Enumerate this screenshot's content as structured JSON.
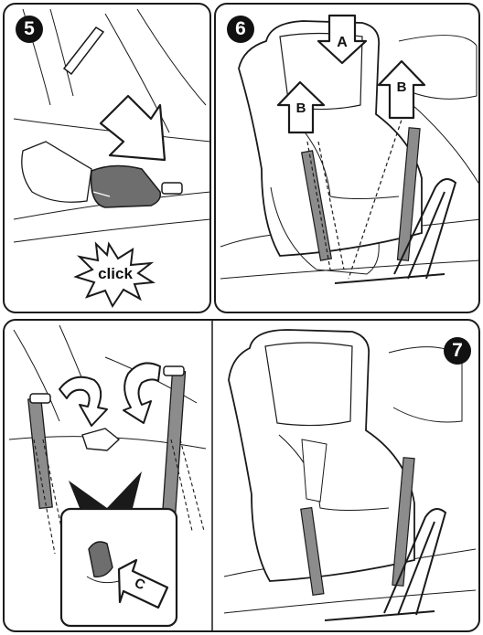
{
  "steps": {
    "step5": {
      "number": "5",
      "sound": "click"
    },
    "step6": {
      "number": "6",
      "arrow_a": "A",
      "arrow_b_left": "B",
      "arrow_b_right": "B"
    },
    "step7": {
      "number": "7",
      "arrow_c": "C"
    }
  },
  "colors": {
    "line": "#1a1a1a",
    "strap_fill": "#8c8c8c",
    "buckle_fill": "#6e6e6e",
    "arrow_fill": "#ffffff",
    "badge_fill": "#111111"
  }
}
